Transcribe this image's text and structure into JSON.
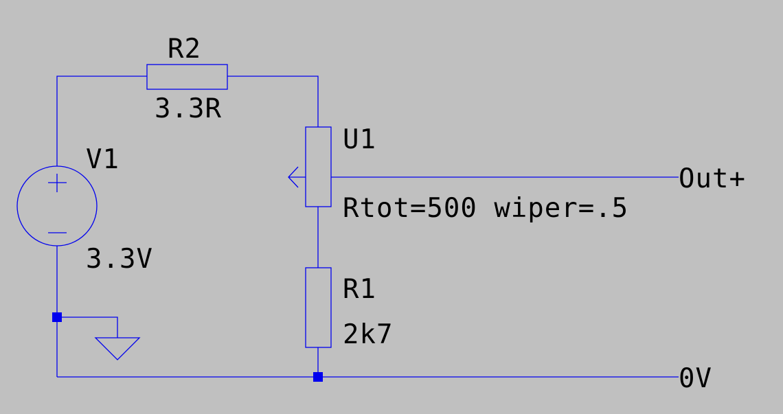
{
  "components": {
    "r2": {
      "ref": "R2",
      "value": "3.3R"
    },
    "u1": {
      "ref": "U1",
      "value": "Rtot=500 wiper=.5"
    },
    "v1": {
      "ref": "V1",
      "value": "3.3V",
      "plus": "+",
      "minus": "−"
    },
    "r1": {
      "ref": "R1",
      "value": "2k7"
    },
    "ground": {
      "icon": "ground-icon"
    }
  },
  "nets": {
    "out_plus": "Out+",
    "zero_v": "0V"
  },
  "colors": {
    "background": "#c0c0c0",
    "wire": "#0000ee",
    "text": "#000000"
  }
}
